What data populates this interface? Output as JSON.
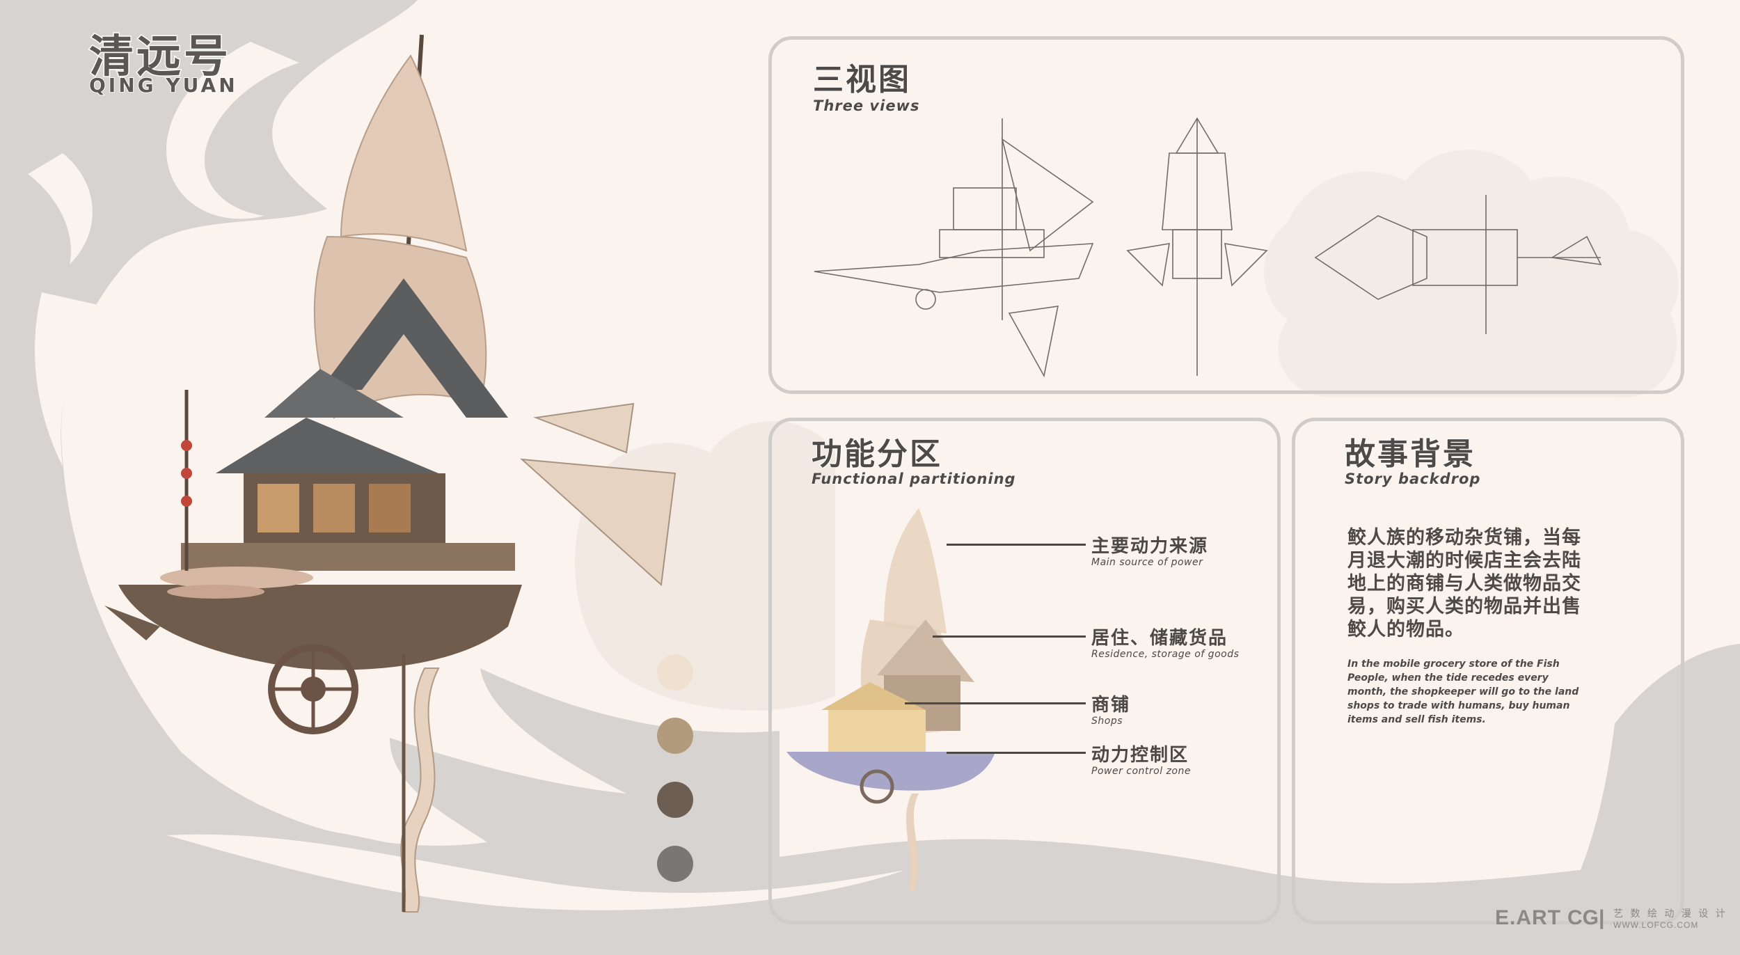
{
  "title": {
    "cn": "清远号",
    "en": "QING YUAN"
  },
  "palette": {
    "background": "#faf3ee",
    "wave": "#d6d3d0",
    "panel_border": "#cfccc9",
    "swatches": [
      "#f0e0d0",
      "#b19b7c",
      "#6d5e54",
      "#7a7674"
    ]
  },
  "three_views": {
    "title": "三视图",
    "subtitle": "Three views"
  },
  "functional": {
    "title": "功能分区",
    "subtitle": "Functional partitioning",
    "callouts": [
      {
        "cn": "主要动力来源",
        "en": "Main source of power"
      },
      {
        "cn": "居住、储藏货品",
        "en": "Residence, storage of goods"
      },
      {
        "cn": "商铺",
        "en": "Shops"
      },
      {
        "cn": "动力控制区",
        "en": "Power control zone"
      }
    ]
  },
  "story": {
    "title": "故事背景",
    "subtitle": "Story backdrop",
    "text_cn": "鲛人族的移动杂货铺，当每月退大潮的时候店主会去陆地上的商铺与人类做物品交易，购买人类的物品并出售鲛人的物品。",
    "text_en": "In the mobile grocery store of the Fish People, when the tide recedes every month, the shopkeeper will go to the land shops to trade with humans, buy human items and sell fish items."
  },
  "footer": {
    "brand": "E.ART",
    "brand2": "CG|",
    "brand_cn": "艺 数 绘 动 漫 设 计",
    "url": "WWW.LOFCG.COM"
  }
}
